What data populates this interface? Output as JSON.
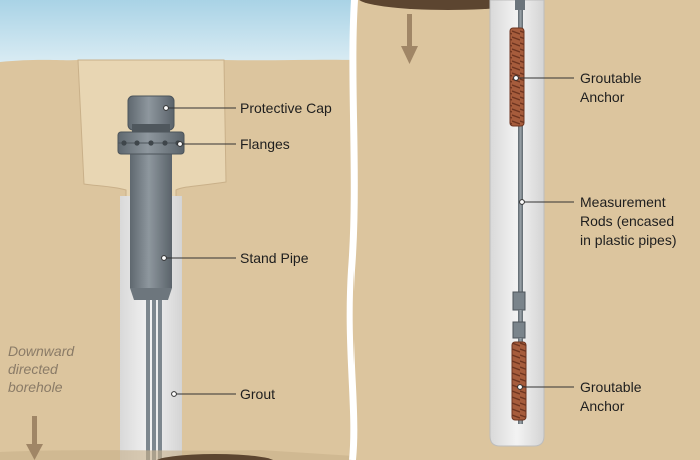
{
  "left_panel": {
    "labels": {
      "protective_cap": "Protective Cap",
      "flanges": "Flanges",
      "stand_pipe": "Stand Pipe",
      "grout": "Grout"
    },
    "note_lines": [
      "Downward",
      "directed",
      "borehole"
    ]
  },
  "right_panel": {
    "upper_anchor": [
      "Groutable",
      "Anchor"
    ],
    "measurement_rods": [
      "Measurement",
      "Rods (encased",
      "in plastic pipes)"
    ],
    "lower_anchor": [
      "Groutable",
      "Anchor"
    ]
  },
  "colors": {
    "sky": "#bfe0ee",
    "soil": "#dcc59e",
    "collar": "#e8d6b3",
    "grout": "#ececec",
    "pipe": "#7c858c",
    "anchor": "#9c5738",
    "arrow": "#a08666"
  }
}
